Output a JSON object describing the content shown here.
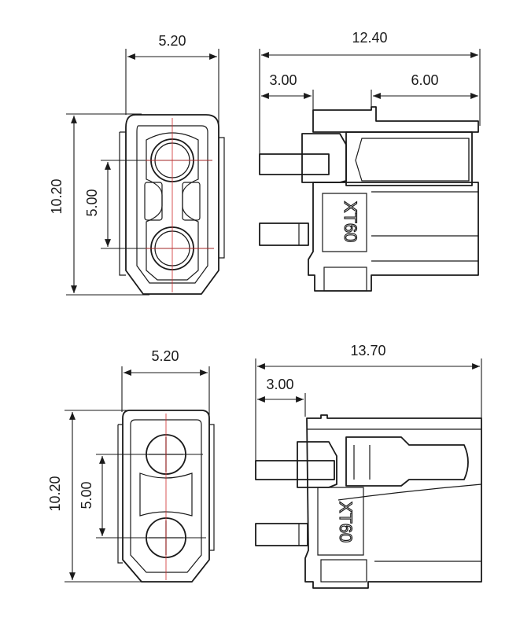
{
  "top_front": {
    "width": "5.20",
    "height": "10.20",
    "pitch": "5.00"
  },
  "top_side": {
    "length": "12.40",
    "pin": "3.00",
    "sleeve": "6.00",
    "marking": "XT60"
  },
  "bottom_front": {
    "width": "5.20",
    "height": "10.20",
    "pitch": "5.00"
  },
  "bottom_side": {
    "length": "13.70",
    "pin": "3.00",
    "marking": "XT60"
  }
}
